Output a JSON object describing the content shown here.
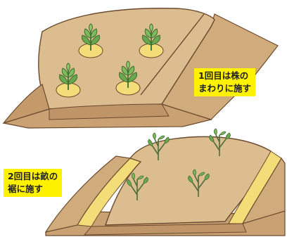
{
  "labels": {
    "top": {
      "line1": "1回目は株の",
      "line2": "まわりに施す"
    },
    "bottom": {
      "line1": "2回目は畝の",
      "line2": "裾に施す"
    }
  },
  "colors": {
    "soil_top": "#d9b98c",
    "soil_side": "#c9a173",
    "outline": "#6b4a2e",
    "fertilizer": "#f3dd78",
    "leaf": "#6aa84f",
    "label_bg": "#fff200"
  },
  "icons": {
    "plant": "seedling-icon"
  }
}
